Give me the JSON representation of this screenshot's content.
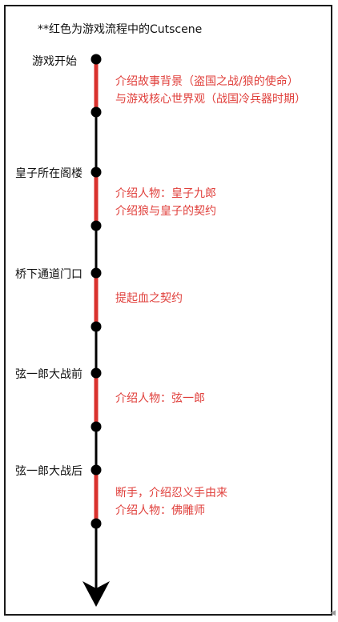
{
  "note": "**红色为游戏流程中的Cutscene",
  "colors": {
    "cutscene": "#d9322e",
    "line": "#000000",
    "description_text": "#e0403c"
  },
  "stages": [
    {
      "label": "游戏开始",
      "lines": [
        "介绍故事背景（盗国之战/狼的使命）",
        "与游戏核心世界观（战国冷兵器时期）"
      ]
    },
    {
      "label": "皇子所在阁楼",
      "lines": [
        "介绍人物：皇子九郎",
        "介绍狼与皇子的契约"
      ]
    },
    {
      "label": "桥下通道门口",
      "lines": [
        "提起血之契约"
      ]
    },
    {
      "label": "弦一郎大战前",
      "lines": [
        "介绍人物：弦一郎"
      ]
    },
    {
      "label": "弦一郎大战后",
      "lines": [
        "断手，介绍忍义手由来",
        "介绍人物：佛雕师"
      ]
    }
  ],
  "corner_mark": "◀"
}
